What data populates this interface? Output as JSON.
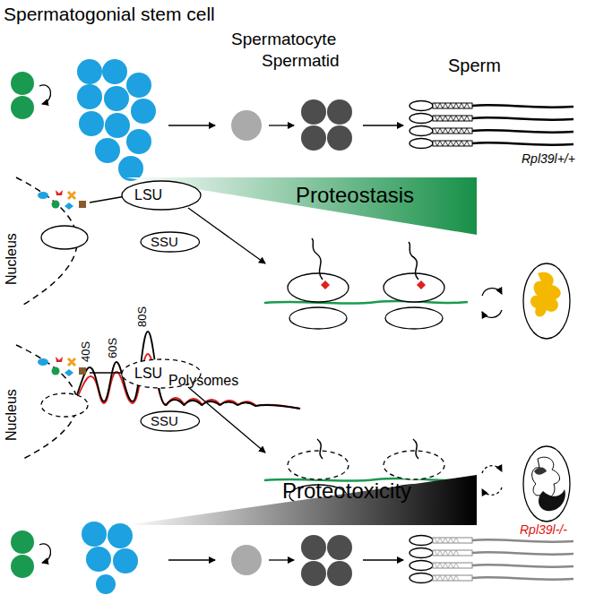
{
  "diagram": {
    "nodes": [
      {
        "text": [
          "Proteostasis"
        ]
      },
      {
        "text": [
          "LSU"
        ]
      },
      {
        "text": [
          "SSU"
        ]
      },
      {
        "text": [
          "LSU"
        ]
      },
      {
        "text": [
          "SSU"
        ]
      },
      {
        "text": [
          "Proteotoxicity"
        ]
      }
    ],
    "labels": [
      "Spermatogonial stem cell",
      "Spermatocyte",
      "Spermatid",
      "Sperm",
      "Rpl39l+/+",
      "Nucleus",
      "40S",
      "60S",
      "80S",
      "Polysomes",
      "Nucleus",
      "Rpl39l-/-"
    ]
  }
}
